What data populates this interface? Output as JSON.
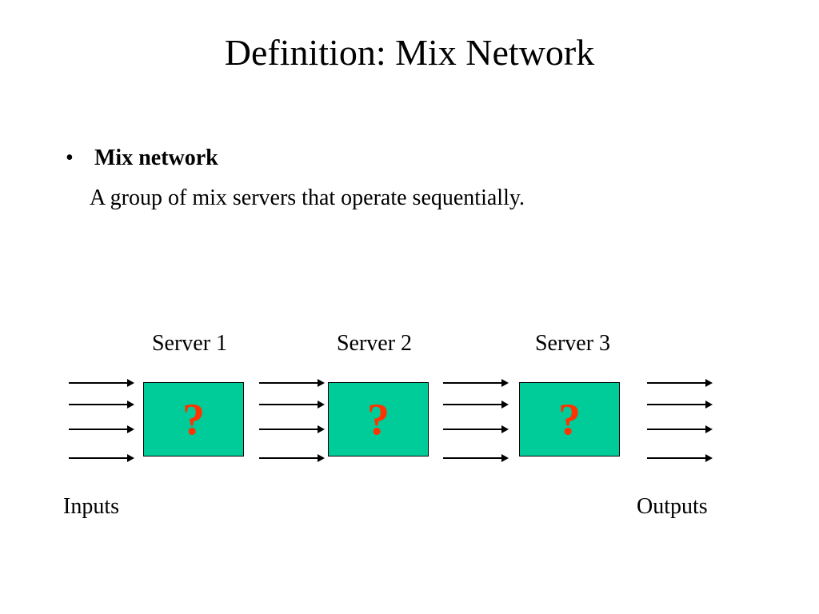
{
  "title": "Definition: Mix Network",
  "bullet": {
    "symbol": "•",
    "heading": "Mix network",
    "body": "A group of mix servers that operate sequentially."
  },
  "diagram": {
    "servers": [
      {
        "label": "Server 1",
        "mark": "?"
      },
      {
        "label": "Server 2",
        "mark": "?"
      },
      {
        "label": "Server 3",
        "mark": "?"
      }
    ],
    "inputs_label": "Inputs",
    "outputs_label": "Outputs",
    "arrows_per_stage": 4,
    "colors": {
      "box_fill": "#00CC99",
      "mark": "#FF3300",
      "arrow": "#000000"
    }
  }
}
